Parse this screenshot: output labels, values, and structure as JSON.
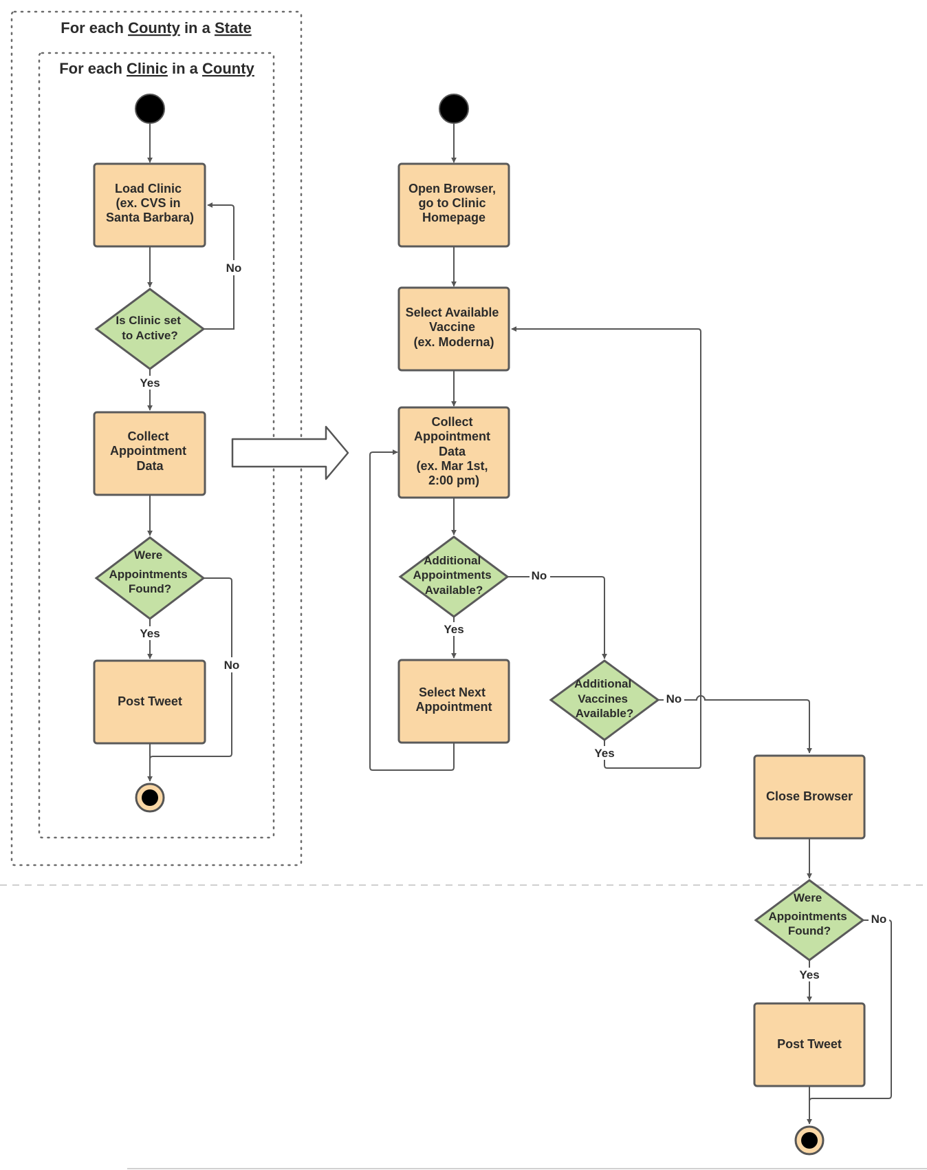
{
  "frames": {
    "state": {
      "prefix": "For each ",
      "u1": "County",
      "mid": " in a ",
      "u2": "State"
    },
    "county": {
      "prefix": "For each ",
      "u1": "Clinic",
      "mid": " in a ",
      "u2": "County"
    }
  },
  "left": {
    "load_clinic": [
      "Load Clinic",
      "(ex. CVS in",
      "Santa Barbara)"
    ],
    "is_active": [
      "Is Clinic set",
      "to Active?"
    ],
    "collect": [
      "Collect",
      "Appointment",
      "Data"
    ],
    "found": [
      "Were",
      "Appointments",
      "Found?"
    ],
    "post": [
      "Post Tweet"
    ]
  },
  "right": {
    "open_browser": [
      "Open Browser,",
      "go to Clinic",
      "Homepage"
    ],
    "select_vaccine": [
      "Select Available",
      "Vaccine",
      "(ex. Moderna)"
    ],
    "collect": [
      "Collect",
      "Appointment",
      "Data",
      "(ex. Mar 1st,",
      "2:00 pm)"
    ],
    "more_appts": [
      "Additional",
      "Appointments",
      "Available?"
    ],
    "select_next": [
      "Select Next",
      "Appointment"
    ],
    "more_vaccines": [
      "Additional",
      "Vaccines",
      "Available?"
    ],
    "close_browser": [
      "Close Browser"
    ],
    "found": [
      "Were",
      "Appointments",
      "Found?"
    ],
    "post": [
      "Post Tweet"
    ]
  },
  "edge_labels": {
    "left_no_active": "No",
    "left_yes_active": "Yes",
    "left_yes_found": "Yes",
    "left_no_found": "No",
    "right_no_appts": "No",
    "right_yes_appts": "Yes",
    "right_no_vaccines": "No",
    "right_yes_vaccines": "Yes",
    "right_no_found": "No",
    "right_yes_found": "Yes"
  }
}
